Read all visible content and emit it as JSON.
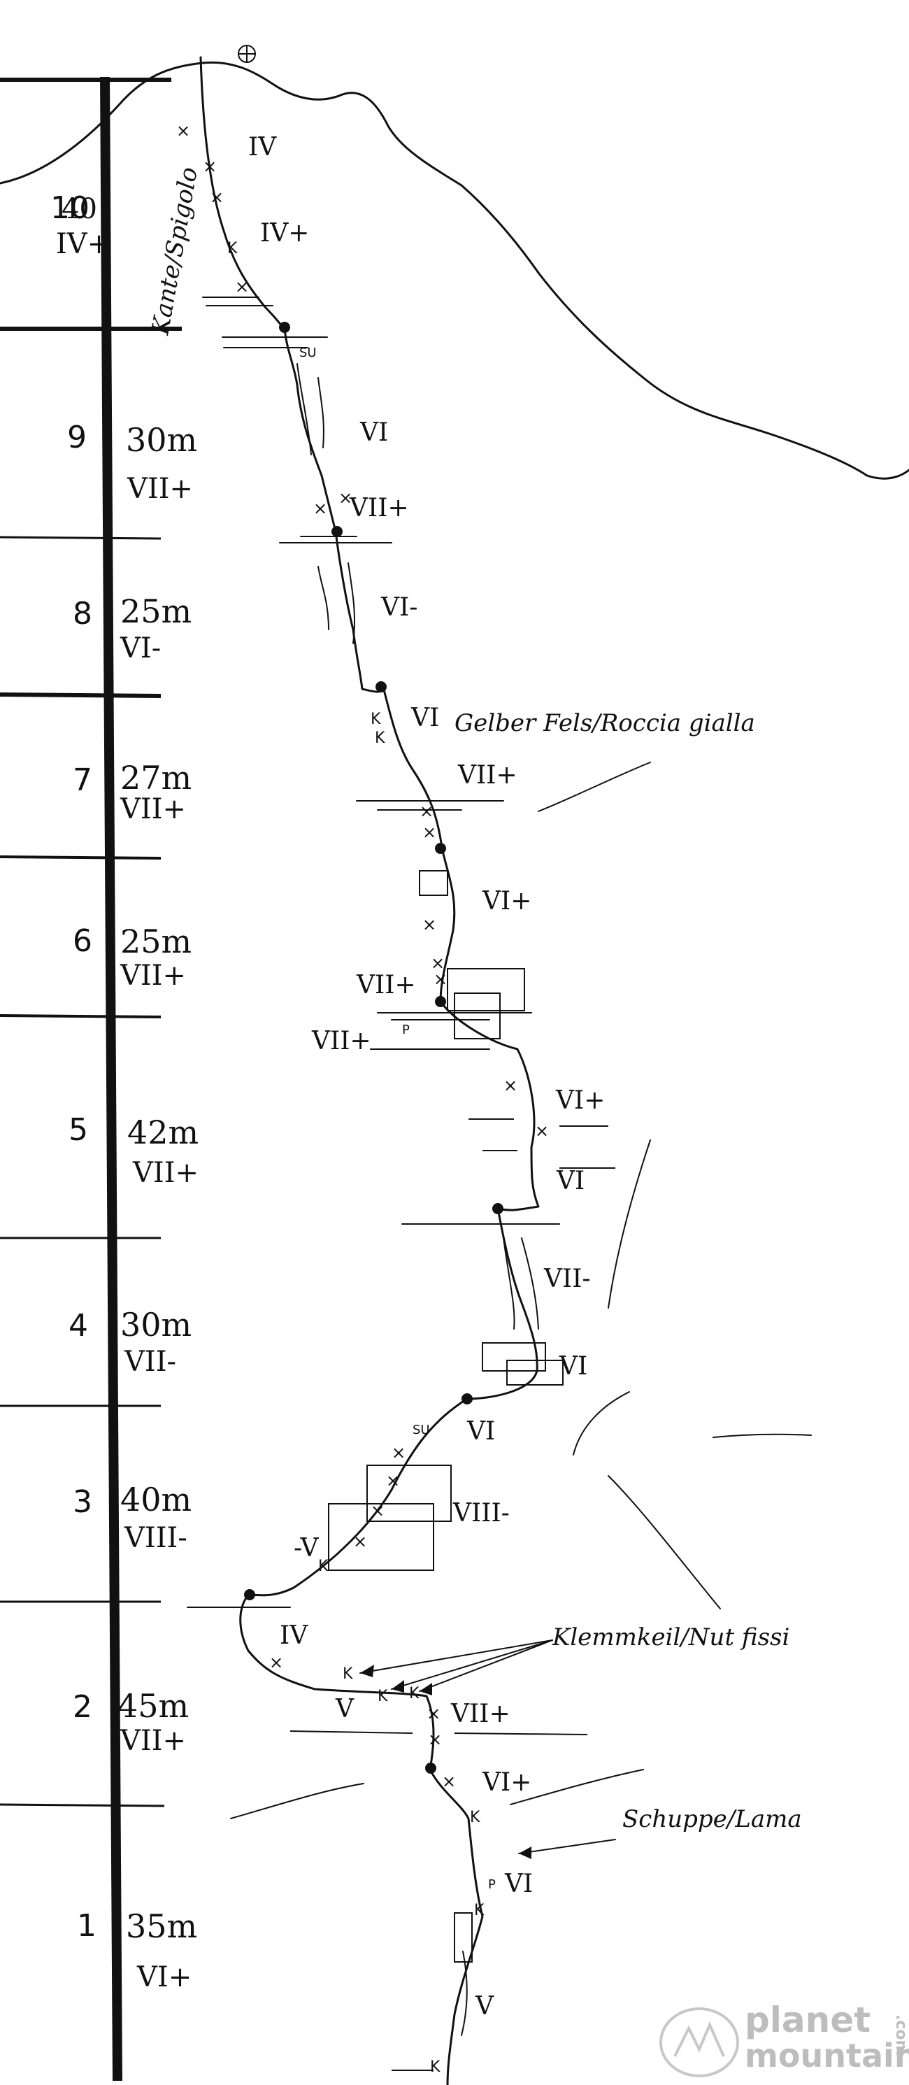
{
  "summit_symbol": "⊕",
  "pitches": [
    {
      "n": "10",
      "length": "40",
      "grade": "IV+",
      "note": "Kante/Spigolo"
    },
    {
      "n": "9",
      "length": "30m",
      "grade": "VII+"
    },
    {
      "n": "8",
      "length": "25m",
      "grade": "VI-"
    },
    {
      "n": "7",
      "length": "27m",
      "grade": "VII+"
    },
    {
      "n": "6",
      "length": "25m",
      "grade": "VII+"
    },
    {
      "n": "5",
      "length": "42m",
      "grade": "VII+"
    },
    {
      "n": "4",
      "length": "30m",
      "grade": "VII-"
    },
    {
      "n": "3",
      "length": "40m",
      "grade": "VIII-"
    },
    {
      "n": "2",
      "length": "45m",
      "grade": "VII+"
    },
    {
      "n": "1",
      "length": "35m",
      "grade": "VI+"
    }
  ],
  "route_grades": [
    "IV",
    "IV+",
    "VI",
    "VII+",
    "VI-",
    "VI",
    "VII+",
    "VI+",
    "VII+",
    "VII+",
    "VI+",
    "VI",
    "VII-",
    "VI",
    "VI",
    "VIII-",
    "-V",
    "IV",
    "V",
    "VII+",
    "VI+",
    "VI",
    "V"
  ],
  "labels": {
    "gelber_fels": "Gelber Fels/Roccia gialla",
    "klemmkeil": "Klemmkeil/Nut fissi",
    "schuppe": "Schuppe/Lama",
    "su": "SU"
  },
  "logo": {
    "line1": "planet",
    "line2": "mountain",
    "suffix": ".com"
  }
}
